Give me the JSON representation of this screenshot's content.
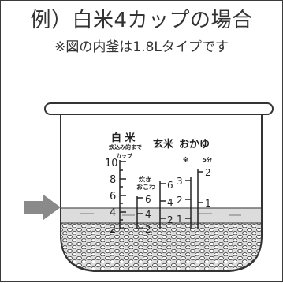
{
  "title": "例）白米4カップの場合",
  "note": "※図の内釜は1.8Lタイプです",
  "scale_headers": {
    "hakumai": "白 米",
    "hakumai_sub": "炊込み的まで",
    "cup": "カップ",
    "genmai": "玄米",
    "okayu": "おかゆ",
    "zen": "全",
    "gobu": "5分",
    "takikomi_1": "炊き",
    "takikomi_2": "おこわ"
  },
  "scale_hakumai": [
    "10",
    "8",
    "6",
    "4",
    "2"
  ],
  "scale_takikomi": [
    "6",
    "4",
    "2"
  ],
  "scale_genmai": [
    "6",
    "4",
    "2"
  ],
  "scale_okayu_zen": [
    "3",
    "2",
    "1"
  ],
  "scale_okayu_gobu": [
    "2",
    "1"
  ],
  "colors": {
    "outline": "#333333",
    "water": "#d8d8d8",
    "grain": "#cfcfcf",
    "arrow": "#888888"
  },
  "icons": {
    "arrow": "right-arrow-icon"
  }
}
